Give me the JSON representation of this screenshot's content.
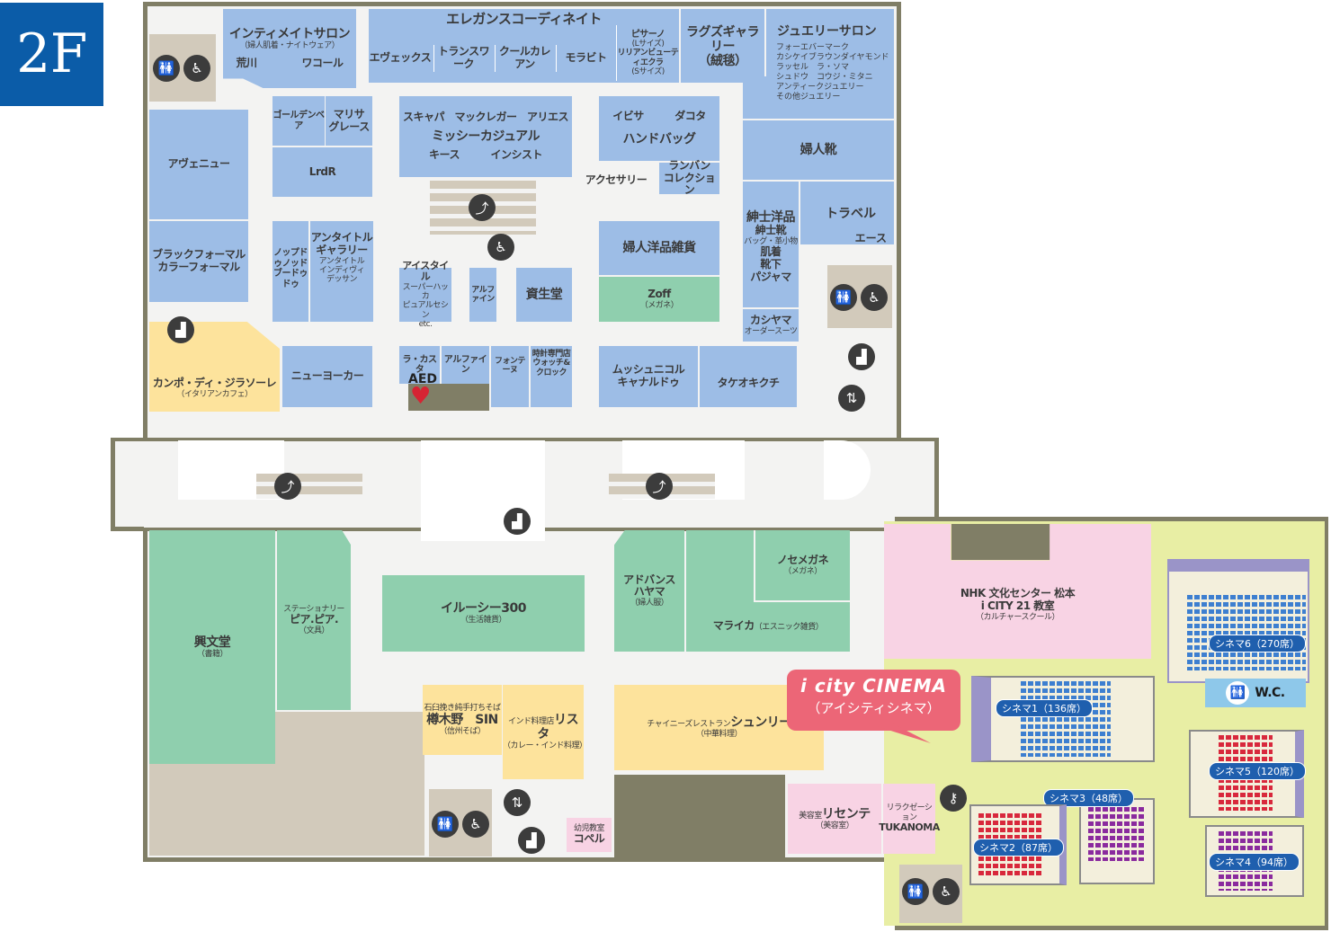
{
  "floor": "2F",
  "colors": {
    "badge": "#0b5ca8",
    "fashion": "#9dbde6",
    "books_goods": "#8fcfae",
    "food": "#fde39c",
    "services": "#f8d3e4",
    "cinema": "#ec6677"
  },
  "stores": {
    "intimate": {
      "name": "インティメイトサロン",
      "sub": "（婦人肌着・ナイトウェア）",
      "a": "荒川",
      "b": "ワコール"
    },
    "elegance": {
      "name": "エレガンスコーディネイト",
      "items": [
        "エヴェックス",
        "トランスワーク",
        "クールカレアン",
        "モラビト"
      ],
      "pisano": "ピサーノ",
      "pisano_sub": "(Lサイズ)",
      "lilian": "リリアンビューティエクラ",
      "lilian_sub": "(Sサイズ)"
    },
    "rugs": {
      "name": "ラグズギャラリー",
      "sub": "（絨毯）"
    },
    "jewelry": {
      "name": "ジュエリーサロン",
      "items": [
        "フォーエバーマーク",
        "カシケイブラウンダイヤモンド",
        "ラッセル　ラ・ソマ",
        "シュドウ　コウジ・ミタニ",
        "アンティークジュエリー",
        "その他ジュエリー"
      ]
    },
    "ladies_shoes": "婦人靴",
    "travel": {
      "name": "トラベル",
      "sub": "エース"
    },
    "mens": {
      "name": "紳士洋品",
      "items": [
        "紳士靴",
        "バッグ・革小物",
        "肌着",
        "靴下",
        "パジャマ"
      ]
    },
    "kashiyama": {
      "name": "カシヤマ",
      "sub": "オーダースーツ"
    },
    "avenue": "アヴェニュー",
    "black_formal": {
      "a": "ブラックフォーマル",
      "b": "カラーフォーマル"
    },
    "golden": "ゴールデンベア",
    "marisa": {
      "a": "マリサ",
      "b": "グレース"
    },
    "lrdr": "LrdR",
    "missy": {
      "top": "スキャパ　マックレガー　アリエス",
      "name": "ミッシーカジュアル",
      "bottom": "キース　　　インシスト"
    },
    "bags": {
      "top": "イビサ　　　ダコタ",
      "name": "ハンドバッグ"
    },
    "accessory": "アクセサリー",
    "lanvin": {
      "a": "ランバン",
      "b": "コレクション"
    },
    "ladies_goods": "婦人洋品雑貨",
    "zoff": {
      "name": "Zoff",
      "sub": "（メガネ）"
    },
    "noptou": {
      "a": "ノップドゥノッド",
      "b": "ブードゥドゥ"
    },
    "untitled": {
      "name": "アンタイトル",
      "name2": "ギャラリー",
      "items": [
        "アンタイトル",
        "インディヴィ",
        "デッサン"
      ]
    },
    "istyle": {
      "name": "アイスタイル",
      "items": [
        "スーパーハッカ",
        "ピュアルセシン"
      ],
      "etc": "etc."
    },
    "alphine1": "アルファイン",
    "shiseido": "資生堂",
    "campo": {
      "name": "カンポ・ディ・ジラソーレ",
      "sub": "（イタリアンカフェ）"
    },
    "newyorker": "ニューヨーカー",
    "lacasta": "ラ・カスタ",
    "alphine2": "アルファイン",
    "fontaine": "フォンテーヌ",
    "watch": {
      "a": "時計専門店",
      "b": "ウォッチ&クロック"
    },
    "aed": "AED",
    "mussche": {
      "a": "ムッシュニコル",
      "b": "キャナルドゥ"
    },
    "takeo": "タケオキクチ",
    "kobundo": {
      "name": "興文堂",
      "sub": "（書籍）"
    },
    "piapia": {
      "pre": "ステーショナリー",
      "name": "ピア.ピア.",
      "sub": "（文具）"
    },
    "illusie": {
      "name": "イルーシー300",
      "sub": "（生活雑貨）"
    },
    "advance": {
      "a": "アドバンス",
      "b": "ハヤマ",
      "sub": "（婦人服）"
    },
    "nose": {
      "name": "ノセメガネ",
      "sub": "（メガネ）"
    },
    "malaika": {
      "name": "マライカ",
      "sub": "（エスニック雑貨）"
    },
    "soba": {
      "pre": "石臼挽き純手打ちそば",
      "name": "樽木野　SIN",
      "sub": "（信州そば）"
    },
    "rista": {
      "pre": "インド料理店",
      "name": "リスタ",
      "sub": "（カレー・インド料理）"
    },
    "shunli": {
      "pre": "チャイニーズレストラン",
      "name": "シュンリー",
      "sub": "（中華料理）"
    },
    "biyou": {
      "pre": "美容室",
      "name": "リセンテ",
      "sub": "（美容室）"
    },
    "tukanoma": {
      "pre": "リラクゼーション",
      "name": "TUKANOMA"
    },
    "kopel": {
      "pre": "幼児教室",
      "name": "コペル"
    },
    "nhk": {
      "a": "NHK 文化センター 松本",
      "b": "i CITY 21 教室",
      "sub": "（カルチャースクール）"
    }
  },
  "cinema": {
    "logo": "i city CINEMA",
    "kana": "（アイシティシネマ）",
    "wc": "W.C.",
    "screens": [
      "シネマ1（136席）",
      "シネマ2（87席）",
      "シネマ3（48席）",
      "シネマ4（94席）",
      "シネマ5（120席）",
      "シネマ6（270席）"
    ]
  }
}
